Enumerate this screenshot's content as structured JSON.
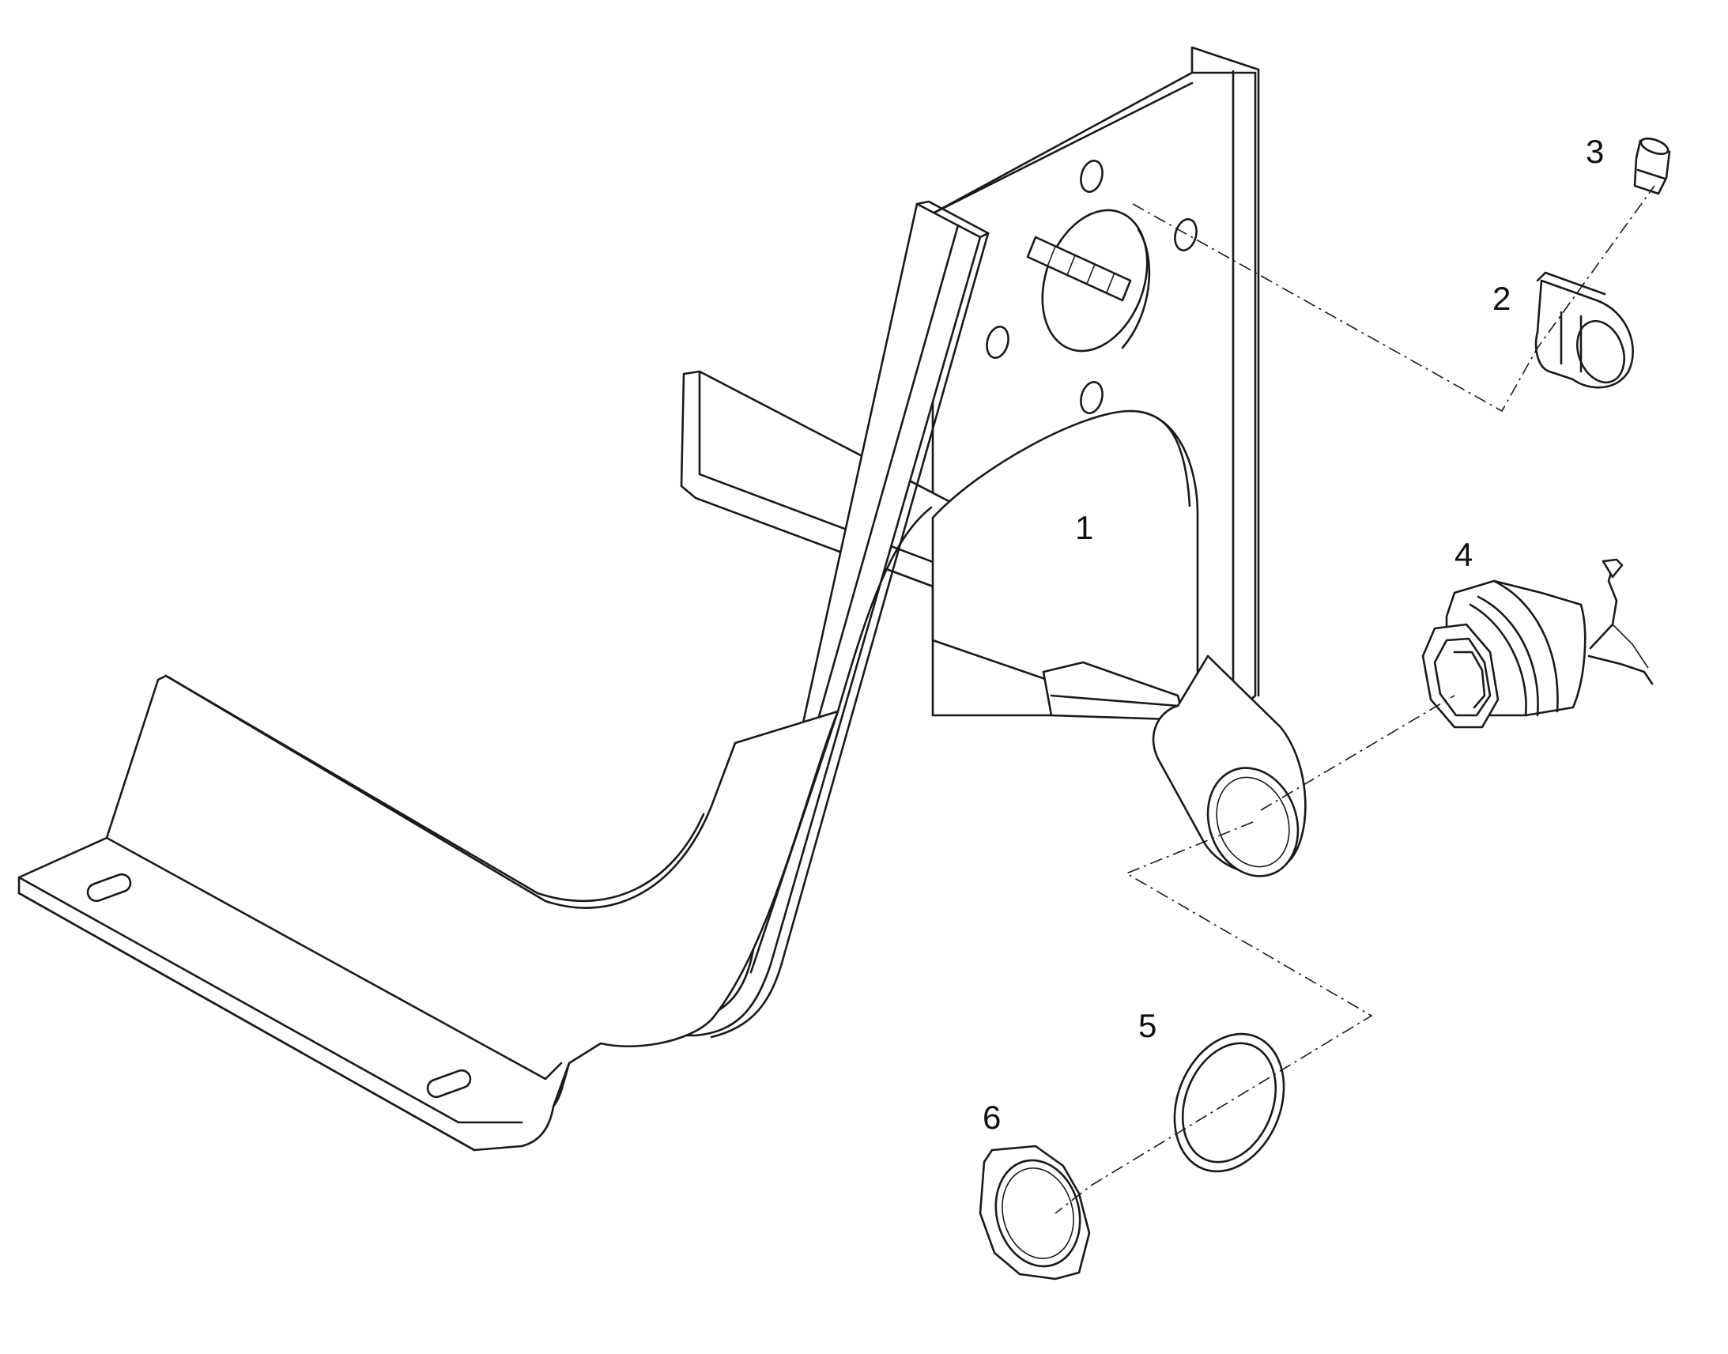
{
  "callouts": {
    "part1": "1",
    "part2": "2",
    "part3": "3",
    "part4": "4",
    "part5": "5",
    "part6": "6"
  },
  "colors": {
    "line": "#1a1a1a",
    "background": "#ffffff"
  }
}
